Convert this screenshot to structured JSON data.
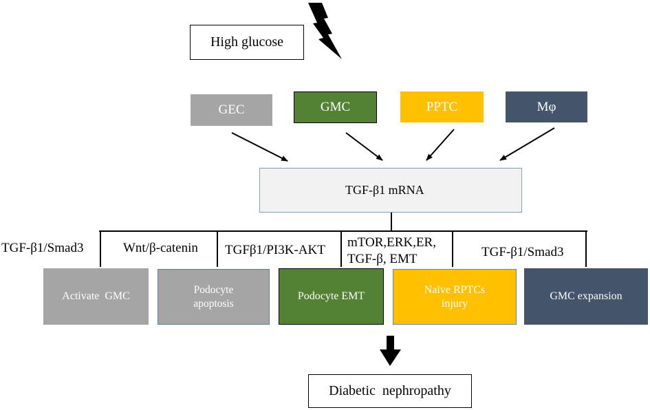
{
  "trigger": {
    "label": "High glucose",
    "icon": "lightning-bolt-icon"
  },
  "cells": [
    {
      "label": "GEC",
      "color": "#A5A5A5"
    },
    {
      "label": "GMC",
      "color": "#548235"
    },
    {
      "label": "PPTC",
      "color": "#FFC000"
    },
    {
      "label": "Mφ",
      "color": "#44546A"
    }
  ],
  "mediator": {
    "label": "TGF-β1 mRNA",
    "color": "#F2F2F2",
    "icon": "up-arrow-icon"
  },
  "pathways": [
    {
      "label": "TGF-β1/Smad3"
    },
    {
      "label": "Wnt/β-catenin"
    },
    {
      "label": "TGFβ1/PI3K-AKT"
    },
    {
      "label_line1": "mTOR,ERK,ER,",
      "label_line2": "TGF-β, EMT"
    },
    {
      "label": "TGF-β1/Smad3"
    }
  ],
  "effects": [
    {
      "label": "Activate  GMC",
      "color": "#A5A5A5"
    },
    {
      "label_line1": "Podocyte",
      "label_line2": "apoptosis",
      "color": "#A5A5A5"
    },
    {
      "label": "Podocyte EMT",
      "color": "#548235"
    },
    {
      "label_line1": "Naïve RPTCs",
      "label_line2": "injury",
      "color": "#FFC000"
    },
    {
      "label": "GMC expansion",
      "color": "#44546A"
    }
  ],
  "outcome": {
    "label": "Diabetic  nephropathy",
    "icon": "down-arrow-icon"
  }
}
